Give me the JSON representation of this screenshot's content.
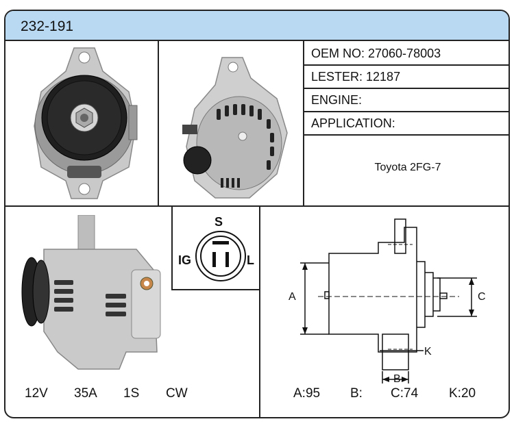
{
  "header": {
    "title": "232-191"
  },
  "info": {
    "oem": "OEM NO: 27060-78003",
    "lester": "LESTER: 12187",
    "engine": "ENGINE:",
    "application": "APPLICATION:",
    "application_value": "Toyota 2FG-7"
  },
  "plug": {
    "top": "S",
    "left": "IG",
    "right": "L"
  },
  "diagram": {
    "label_a": "A",
    "label_b": "B",
    "label_c": "C",
    "label_k": "K"
  },
  "specs": {
    "voltage": "12V",
    "amperage": "35A",
    "pulley": "1S",
    "rotation": "CW"
  },
  "dimensions": {
    "a": "A:95",
    "b": "B:",
    "c": "C:74",
    "k": "K:20"
  }
}
